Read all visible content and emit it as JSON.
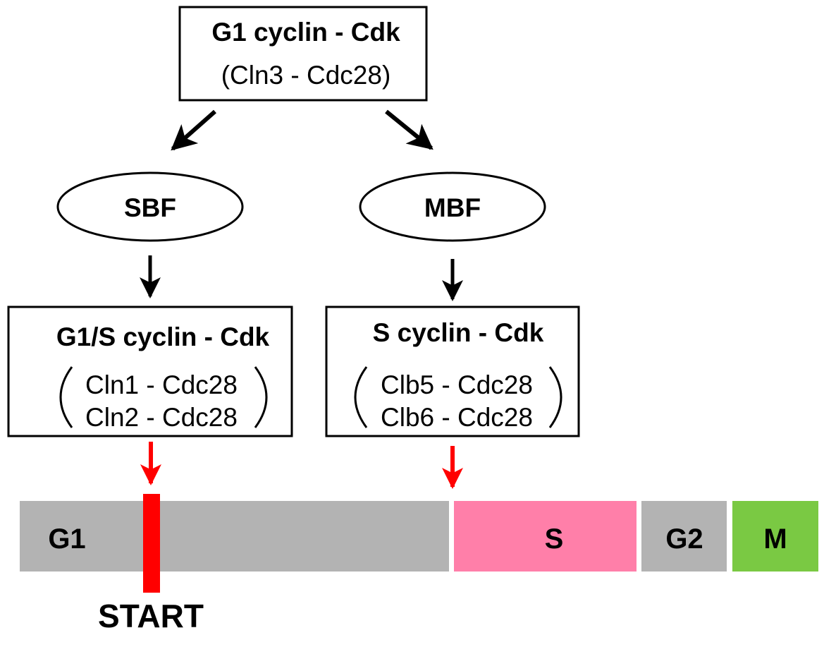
{
  "nodes": {
    "g1_cdk": {
      "title": "G1 cyclin - Cdk",
      "subtitle": "(Cln3 - Cdc28)"
    },
    "sbf": {
      "label": "SBF"
    },
    "mbf": {
      "label": "MBF"
    },
    "g1s_cdk": {
      "title": "G1/S cyclin - Cdk",
      "complexes": [
        "Cln1 - Cdc28",
        "Cln2 - Cdc28"
      ]
    },
    "s_cdk": {
      "title": "S cyclin - Cdk",
      "complexes": [
        "Clb5 - Cdc28",
        "Clb6 - Cdc28"
      ]
    }
  },
  "cell_cycle": {
    "phases": [
      {
        "label": "G1",
        "color": "#b3b3b3"
      },
      {
        "label": "S",
        "color": "#ff7fa9"
      },
      {
        "label": "G2",
        "color": "#b3b3b3"
      },
      {
        "label": "M",
        "color": "#7ac943"
      }
    ],
    "start_label": "START",
    "start_color": "#ff0000"
  },
  "colors": {
    "arrow": "#000000",
    "phase_arrow": "#ff0000"
  }
}
